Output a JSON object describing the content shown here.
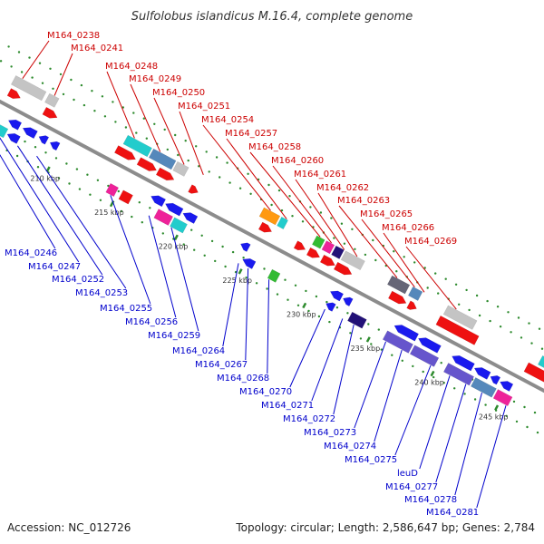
{
  "title": "Sulfolobus islandicus M.16.4, complete genome",
  "accession": "Accession: NC_012726",
  "summary": "Topology: circular; Length: 2,586,647 bp; Genes: 2,784",
  "colors": {
    "backbone": "#8c8c8c",
    "ticks": "#2e8b2e",
    "forward_label": "#cc0000",
    "reverse_label": "#0000cc"
  },
  "axis_ticks": [
    "210 kbp",
    "215 kbp",
    "220 kbp",
    "225 kbp",
    "230 kbp",
    "235 kbp",
    "240 kbp",
    "245 kbp"
  ],
  "forward_labels": [
    "M164_0238",
    "M164_0241",
    "M164_0248",
    "M164_0249",
    "M164_0250",
    "M164_0251",
    "M164_0254",
    "M164_0257",
    "M164_0258",
    "M164_0260",
    "M164_0261",
    "M164_0262",
    "M164_0263",
    "M164_0265",
    "M164_0266",
    "M164_0269"
  ],
  "reverse_labels": [
    "M164_0246",
    "M164_0247",
    "M164_0252",
    "M164_0253",
    "M164_0255",
    "M164_0256",
    "M164_0259",
    "M164_0264",
    "M164_0267",
    "M164_0268",
    "M164_0270",
    "M164_0271",
    "M164_0272",
    "M164_0273",
    "M164_0274",
    "M164_0275",
    "leuD",
    "M164_0277",
    "M164_0278",
    "M164_0281"
  ]
}
